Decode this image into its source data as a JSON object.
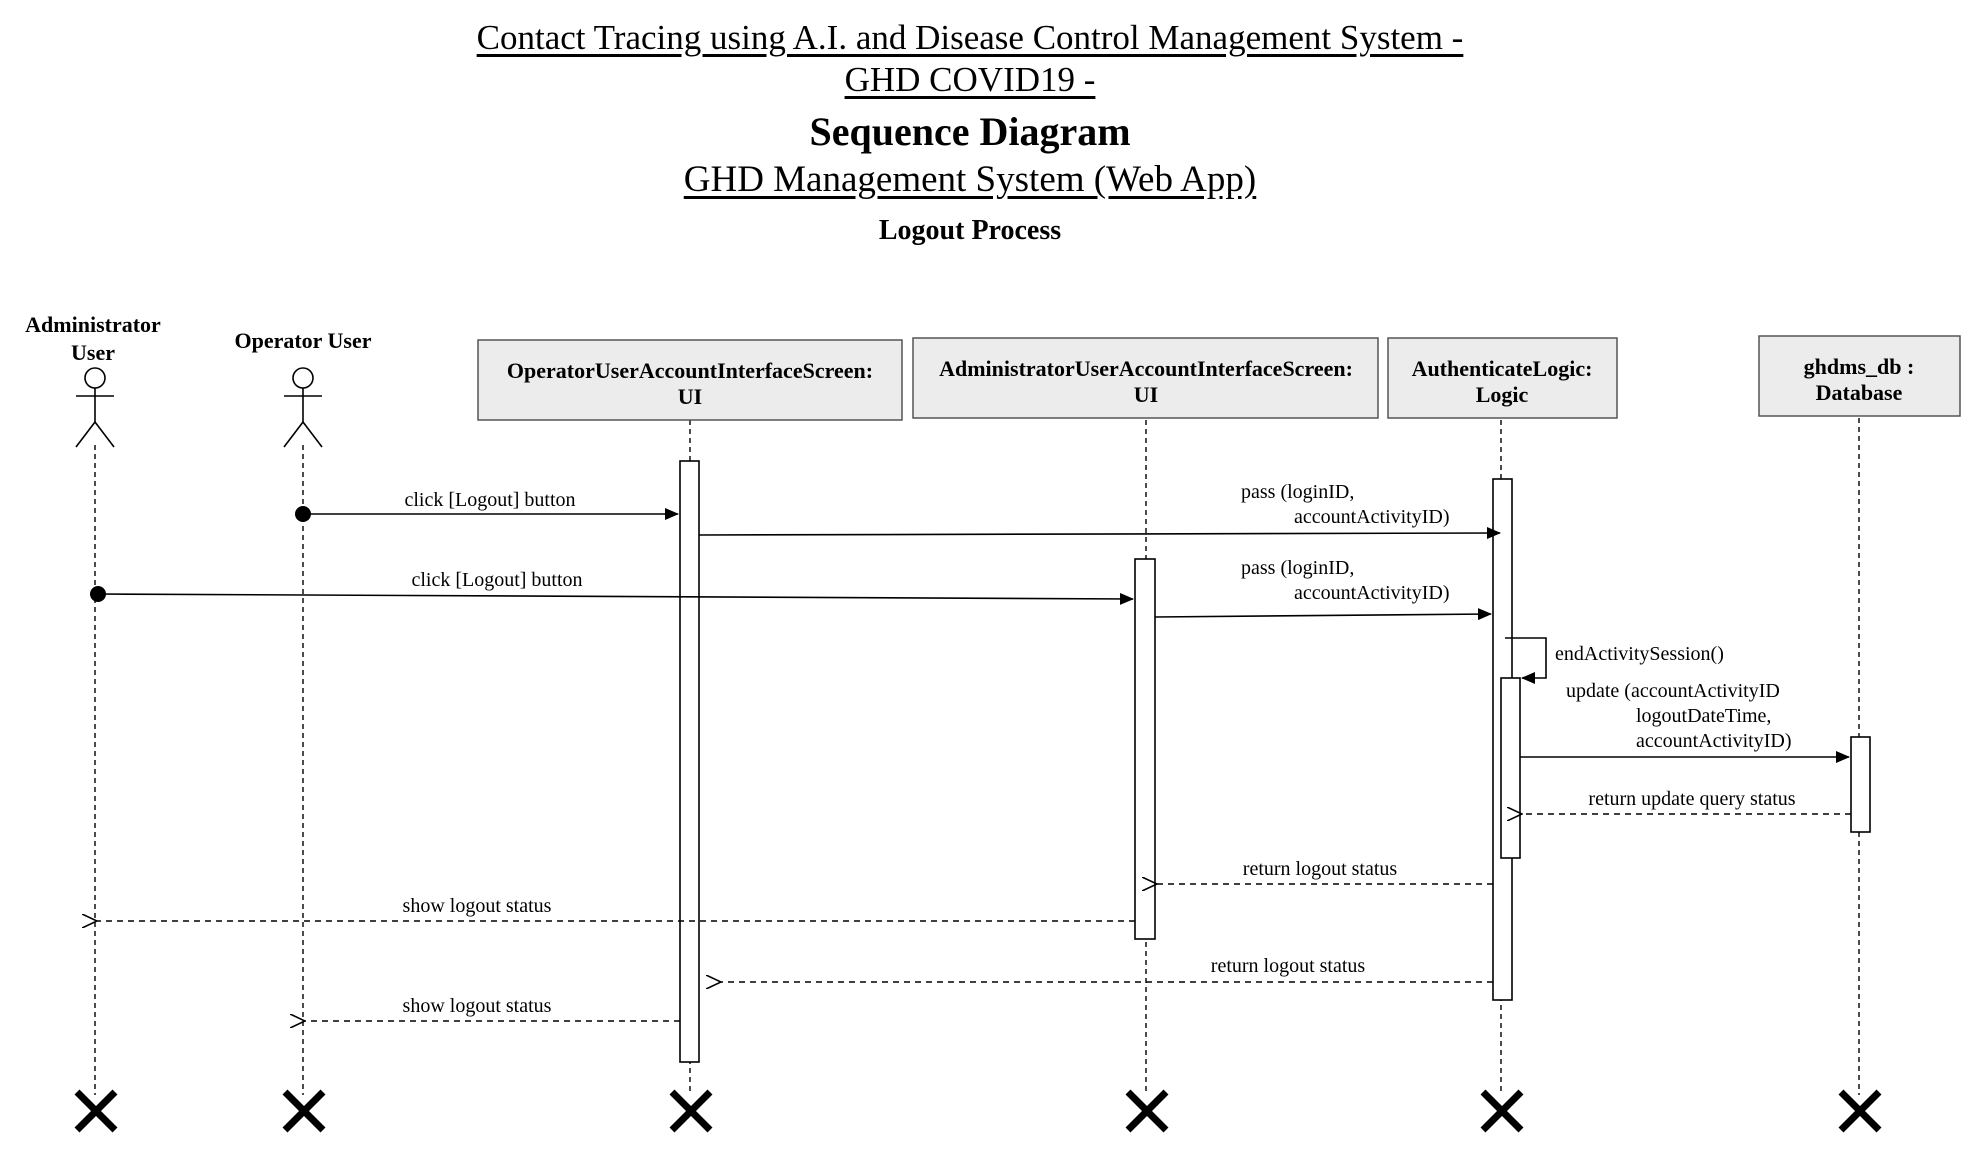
{
  "header": {
    "line1": "Contact Tracing using A.I. and Disease Control Management System -",
    "line2": "GHD COVID19 -",
    "diagram_type": "Sequence Diagram",
    "system": "GHD Management System (Web App)",
    "process": "Logout Process"
  },
  "actors": {
    "administrator": {
      "line1": "Administrator",
      "line2": "User"
    },
    "operator": {
      "line1": "Operator User"
    }
  },
  "objects": {
    "operator_ui": {
      "line1": "OperatorUserAccountInterfaceScreen:",
      "line2": "UI"
    },
    "admin_ui": {
      "line1": "AdministratorUserAccountInterfaceScreen:",
      "line2": "UI"
    },
    "auth_logic": {
      "line1": "AuthenticateLogic:",
      "line2": "Logic"
    },
    "database": {
      "line1": "ghdms_db :",
      "line2": "Database"
    }
  },
  "messages": {
    "op_click": "click [Logout] button",
    "op_pass_1": "pass (loginID,",
    "op_pass_2": "accountActivityID)",
    "admin_click": "click [Logout] button",
    "admin_pass_1": "pass (loginID,",
    "admin_pass_2": "accountActivityID)",
    "end_session": "endActivitySession()",
    "update_1": "update (accountActivityID",
    "update_2": "logoutDateTime,",
    "update_3": "accountActivityID)",
    "return_update": "return update query status",
    "return_admin": "return logout status",
    "show_admin": "show logout status",
    "return_op": "return logout status",
    "show_op": "show logout status"
  }
}
